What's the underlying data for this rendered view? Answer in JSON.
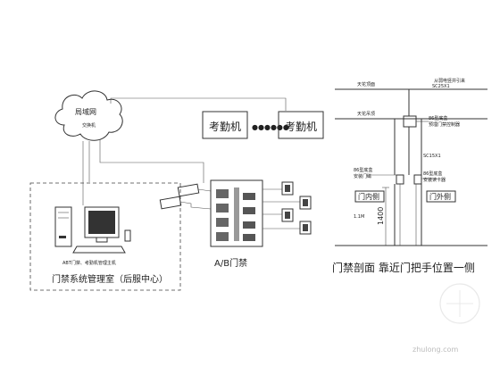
{
  "network": {
    "cloud_title": "局域网",
    "cloud_sub": "交换机"
  },
  "attendance": {
    "label_1": "考勤机",
    "label_2": "考勤机",
    "dots": "●●●●●●"
  },
  "management": {
    "pc_caption": "ABT门禁、考勤机管理主机",
    "room_title": "门禁系统管理室（后服中心）"
  },
  "controller": {
    "title": "A/B门禁"
  },
  "section": {
    "ceiling_label": "天花顶面",
    "false_ceiling_label": "天花吊顶",
    "from_weak_current": "从弱电竖井引来",
    "pipe_top": "SC25X1",
    "pipe_mid": "SC15X1",
    "box_top_1": "86型底盒",
    "box_top_2": "预埋门禁控制器",
    "box_mid_1": "86型底盒",
    "box_mid_2": "安装门磁",
    "box_low_1": "86型底盒",
    "box_low_2": "安装读卡器",
    "door_inner": "门内侧",
    "door_outer": "门外侧",
    "height_1": "1.1M",
    "height_2": "1400",
    "title": "门禁剖面  靠近门把手位置一侧"
  },
  "watermark": "zhulong.com"
}
